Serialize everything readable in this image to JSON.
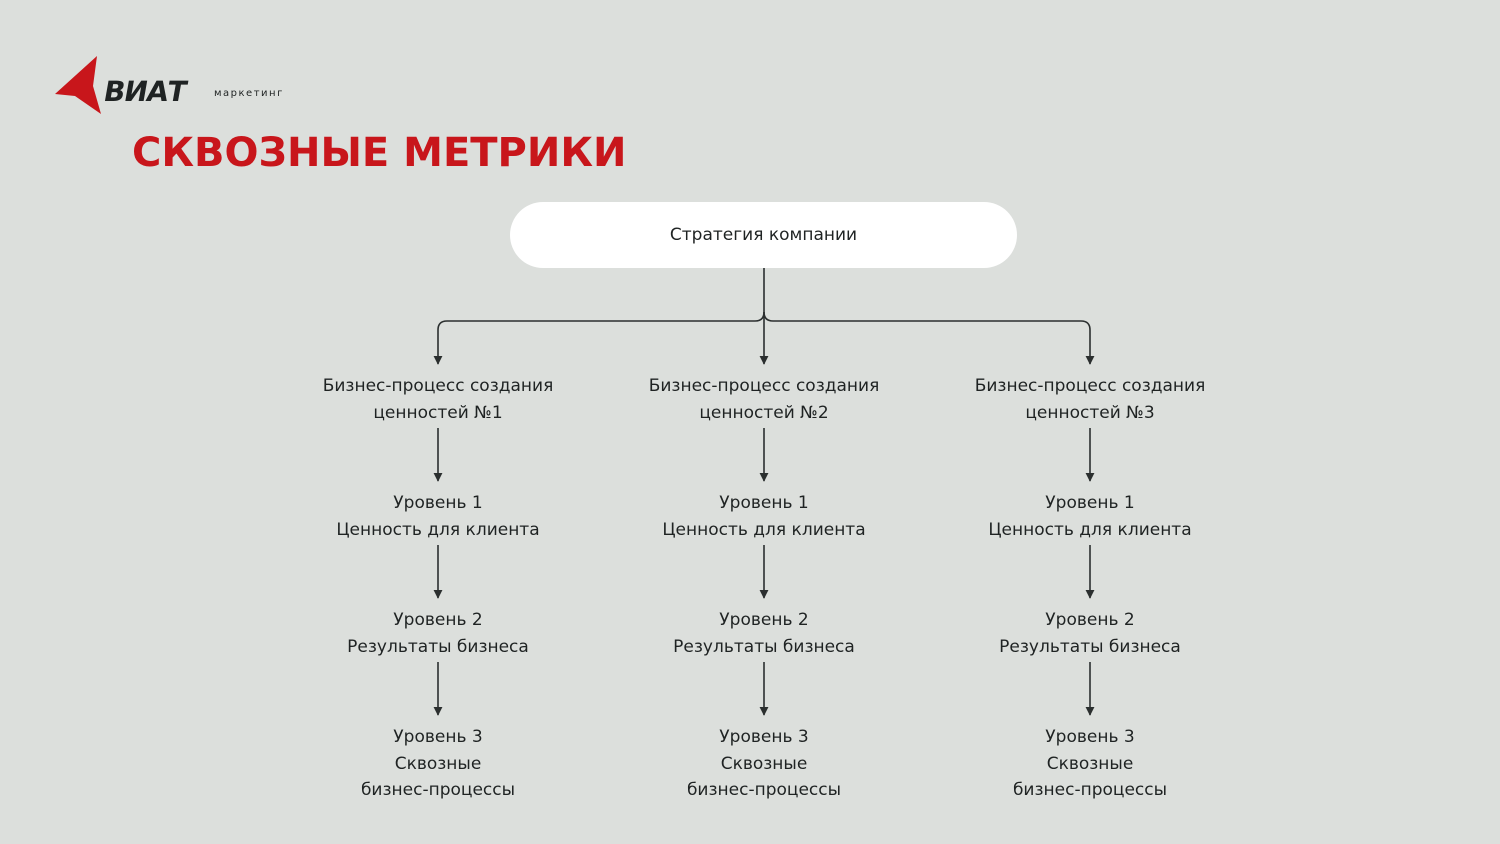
{
  "brand": {
    "name": "ВИАТ",
    "subtitle": "маркетинг",
    "accent_color": "#c8161b"
  },
  "title": "СКВОЗНЫЕ МЕТРИКИ",
  "diagram": {
    "root": "Стратегия компании",
    "columns": [
      {
        "process": [
          "Бизнес-процесс создания",
          "ценностей №1"
        ],
        "level1": [
          "Уровень 1",
          "Ценность для клиента"
        ],
        "level2": [
          "Уровень 2",
          "Результаты бизнеса"
        ],
        "level3": [
          "Уровень 3",
          "Сквозные",
          "бизнес-процессы"
        ]
      },
      {
        "process": [
          "Бизнес-процесс создания",
          "ценностей №2"
        ],
        "level1": [
          "Уровень 1",
          "Ценность для клиента"
        ],
        "level2": [
          "Уровень 2",
          "Результаты бизнеса"
        ],
        "level3": [
          "Уровень 3",
          "Сквозные",
          "бизнес-процессы"
        ]
      },
      {
        "process": [
          "Бизнес-процесс создания",
          "ценностей №3"
        ],
        "level1": [
          "Уровень 1",
          "Ценность для клиента"
        ],
        "level2": [
          "Уровень 2",
          "Результаты бизнеса"
        ],
        "level3": [
          "Уровень 3",
          "Сквозные",
          "бизнес-процессы"
        ]
      }
    ]
  }
}
